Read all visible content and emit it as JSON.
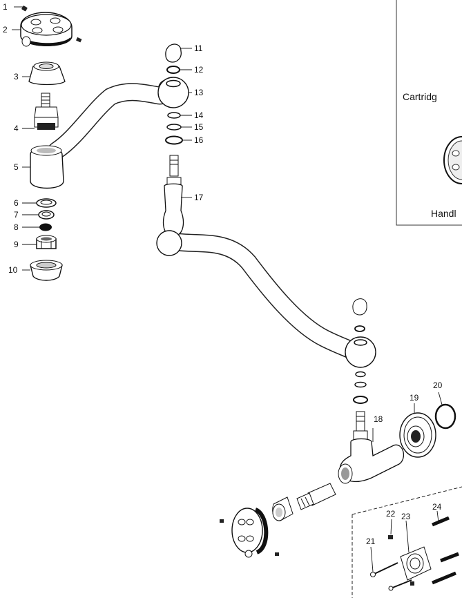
{
  "callouts": [
    {
      "num": "1"
    },
    {
      "num": "2"
    },
    {
      "num": "3"
    },
    {
      "num": "4"
    },
    {
      "num": "5"
    },
    {
      "num": "6"
    },
    {
      "num": "7"
    },
    {
      "num": "8"
    },
    {
      "num": "9"
    },
    {
      "num": "10"
    },
    {
      "num": "11"
    },
    {
      "num": "12"
    },
    {
      "num": "13"
    },
    {
      "num": "14"
    },
    {
      "num": "15"
    },
    {
      "num": "16"
    },
    {
      "num": "17"
    },
    {
      "num": "18"
    },
    {
      "num": "19"
    },
    {
      "num": "20"
    },
    {
      "num": "21"
    },
    {
      "num": "22"
    },
    {
      "num": "23"
    },
    {
      "num": "24"
    }
  ],
  "inset": {
    "cartridge_label": "Cartridg",
    "handle_label": "Handl"
  }
}
